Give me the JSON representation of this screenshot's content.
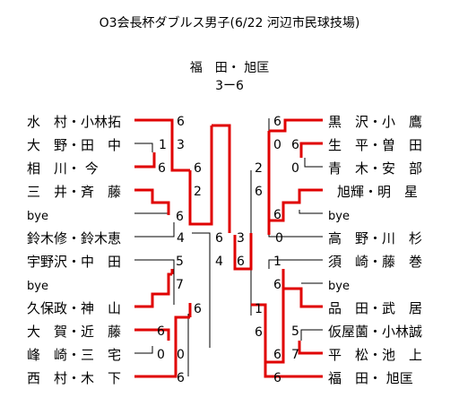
{
  "title": "O3会長杯ダブルス男子(6/22 河辺市民球技場)",
  "winner": {
    "name": "福　田・ 旭匡",
    "score": "3ー6"
  },
  "left_players": [
    "水　村・小林拓",
    "大　野・田　中",
    "相　川・ 今",
    "三　井・斉　藤",
    "bye",
    "鈴木修・鈴木恵",
    "宇野沢・中　田",
    "bye",
    "久保政・神　山",
    "大　賀・近　藤",
    "峰　崎・三　宅",
    "西　村・木　下"
  ],
  "right_players": [
    "黒　沢・小　鷹",
    "生　平・曽　田",
    "青　木・安　部",
    "旭輝・明　星",
    "bye",
    "高　野・川　杉",
    "須　崎・藤　巻",
    "bye",
    "品　田・武　居",
    "仮屋薗・小林誠",
    "平　松・池　上",
    "福　田・ 旭匡"
  ],
  "scores": {
    "l1": [
      "6",
      "1",
      "3",
      "6",
      "6",
      "5",
      "7",
      "6",
      "0",
      "6"
    ],
    "l2": [
      "6",
      "2",
      "4",
      "0",
      "6"
    ],
    "l3": [
      "6",
      "4"
    ],
    "r1": [
      "6",
      "0",
      "6",
      "0",
      "6",
      "1",
      "6",
      "5",
      "7",
      "6"
    ],
    "r2": [
      "2",
      "6",
      "1",
      "6"
    ],
    "r3": [
      "3",
      "6"
    ]
  }
}
